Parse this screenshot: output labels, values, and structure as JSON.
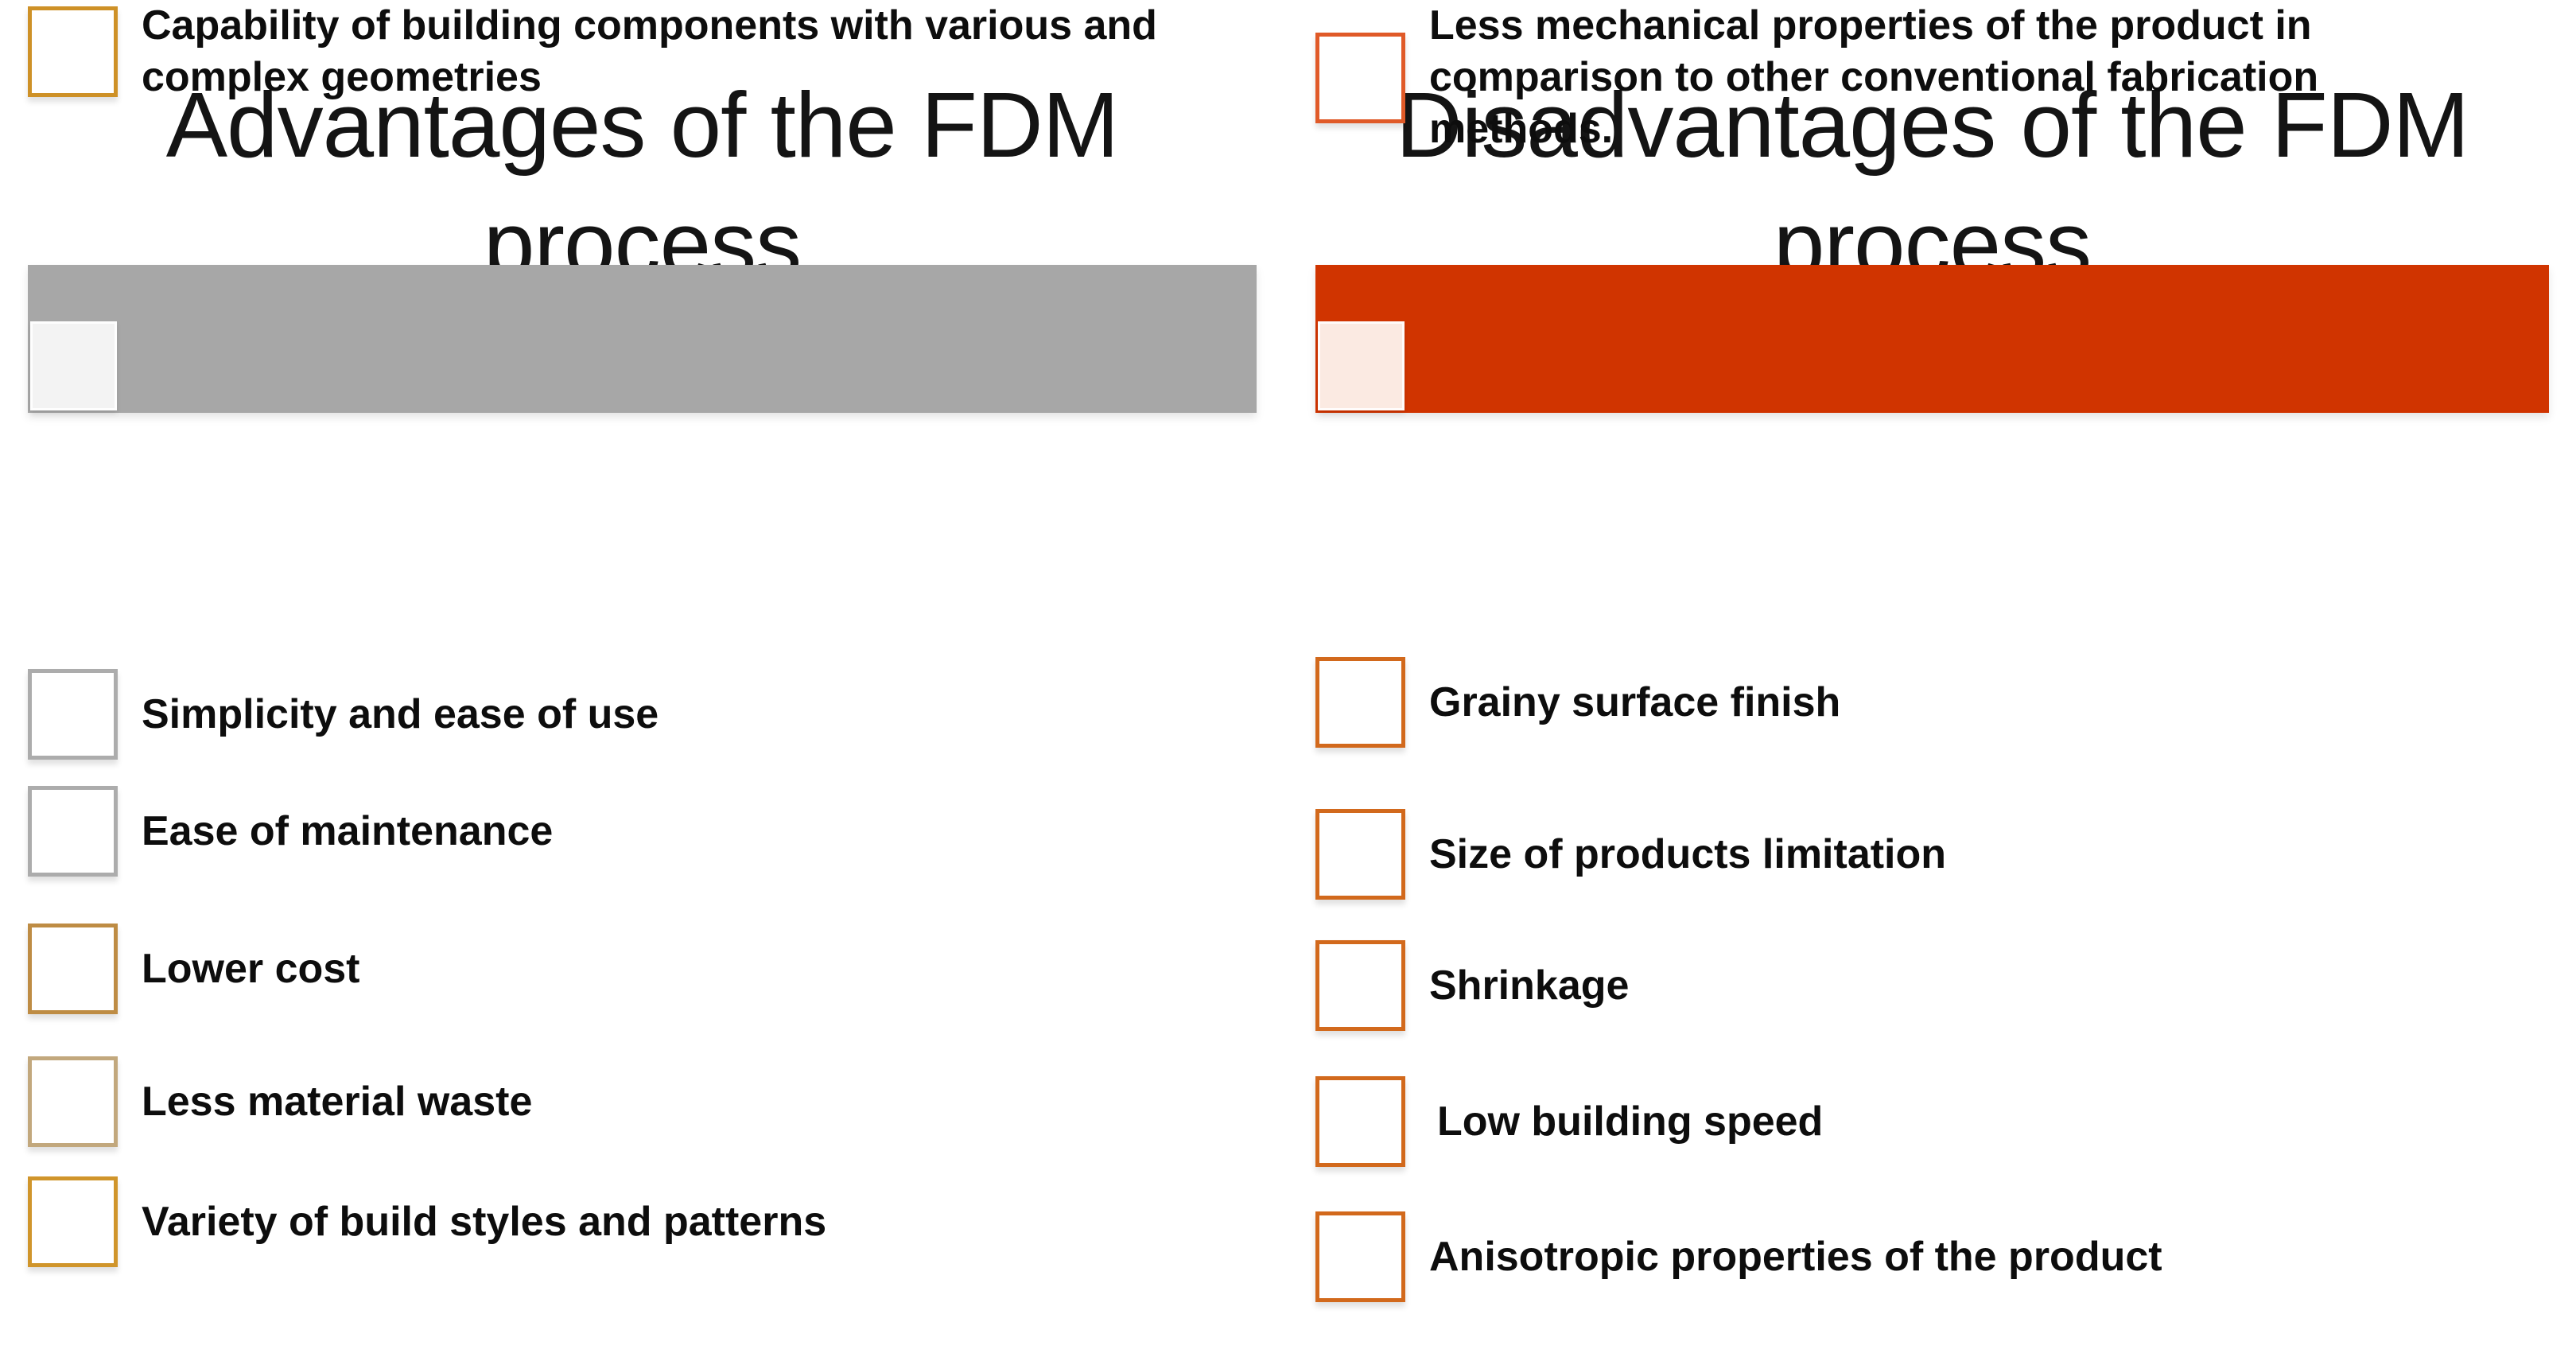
{
  "advantages": {
    "title": "Advantages of the FDM\nprocess",
    "bar_color": "#A7A7A7",
    "bar_accent_color": "#F3F3F3",
    "items": [
      {
        "label": "Simplicity and ease of use",
        "box_color": "#ACACAC"
      },
      {
        "label": "Ease of maintenance",
        "box_color": "#ACACAC"
      },
      {
        "label": "Lower cost",
        "box_color": "#BE8C44"
      },
      {
        "label": "Less material waste",
        "box_color": "#C2A87D"
      },
      {
        "label": "Variety of build styles and patterns",
        "box_color": "#D0952B"
      },
      {
        "label": "Capability of building components with various and\ncomplex geometries",
        "box_color": "#CE9127"
      }
    ]
  },
  "disadvantages": {
    "title": "Disadvantages of the FDM\nprocess",
    "bar_color": "#D03400",
    "bar_accent_color": "#FBEAE2",
    "items": [
      {
        "label": "Grainy surface finish",
        "box_color": "#D2691C"
      },
      {
        "label": "Size of products limitation",
        "box_color": "#D2691C"
      },
      {
        "label": "Shrinkage",
        "box_color": "#D2691C"
      },
      {
        "label": "Low building speed",
        "box_color": "#D2691C"
      },
      {
        "label": "Anisotropic properties of the product",
        "box_color": "#D2691C"
      },
      {
        "label": "Less mechanical properties of the product in\ncomparison to other conventional fabrication\nmethods.",
        "box_color": "#E05A28"
      }
    ]
  }
}
